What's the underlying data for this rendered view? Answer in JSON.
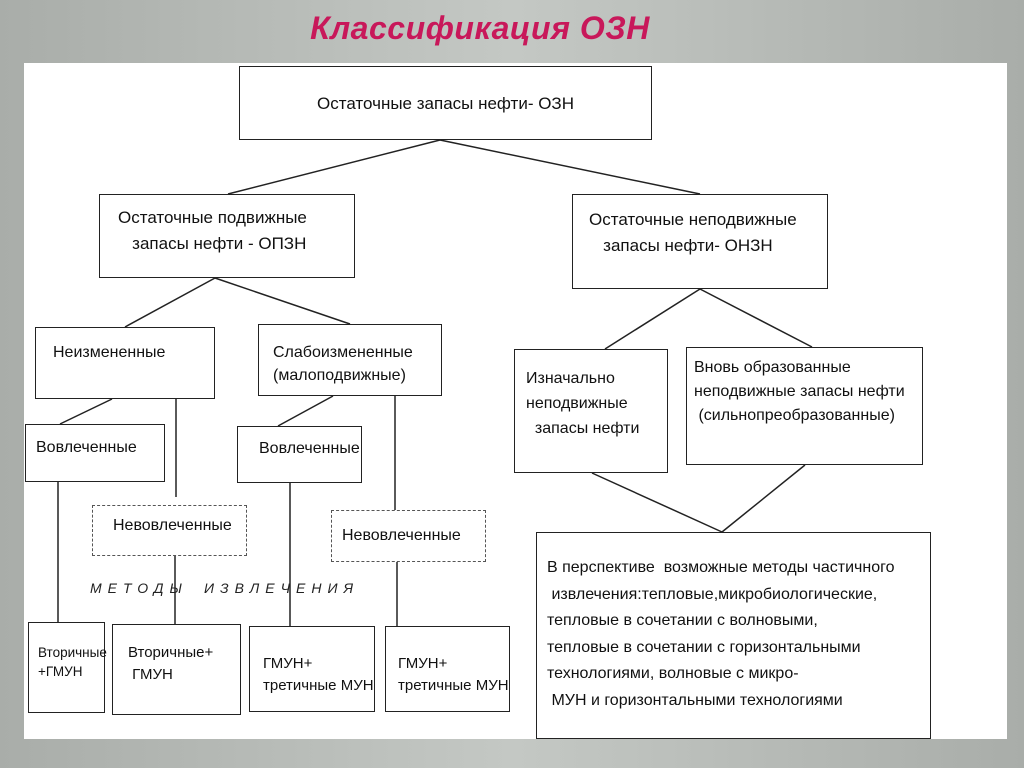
{
  "slide": {
    "title": "Классификация   ОЗН"
  },
  "diagram": {
    "root": "Остаточные запасы нефти- ОЗН",
    "mobile": [
      "Остаточные подвижные",
      "   запасы нефти - ОПЗН"
    ],
    "immobile": [
      "Остаточные неподвижные",
      "   запасы нефти- ОНЗН"
    ],
    "unchanged": "Неизмененные",
    "slightly_changed": [
      "Слабоизмененные",
      "(малоподвижные)"
    ],
    "involved_left": "Вовлеченные",
    "involved_right": "Вовлеченные",
    "uninvolved_left": "Невовлеченные",
    "uninvolved_right": "Невовлеченные",
    "methods_word1": "МЕТОДЫ",
    "methods_word2": "ИЗВЛЕЧЕНИЯ",
    "leaf1": [
      "Вторичные",
      "+ГМУН"
    ],
    "leaf2": [
      "Вторичные+",
      " ГМУН"
    ],
    "leaf3": [
      "ГМУН+",
      "третичные МУН"
    ],
    "leaf4": [
      "ГМУН+",
      "третичные МУН"
    ],
    "initially_immobile": [
      "Изначально",
      "неподвижные",
      "  запасы нефти"
    ],
    "newly_formed": [
      "Вновь образованные",
      "неподвижные запасы нефти",
      " (сильнопреобразованные)"
    ],
    "perspective": [
      "В перспективе  возможные методы частичного",
      " извлечения:тепловые,микробиологические,",
      "тепловые в сочетании с волновыми,",
      "тепловые в сочетании с горизонтальными",
      "технологиями, волновые с микро-",
      " МУН и горизонтальными технологиями"
    ]
  }
}
